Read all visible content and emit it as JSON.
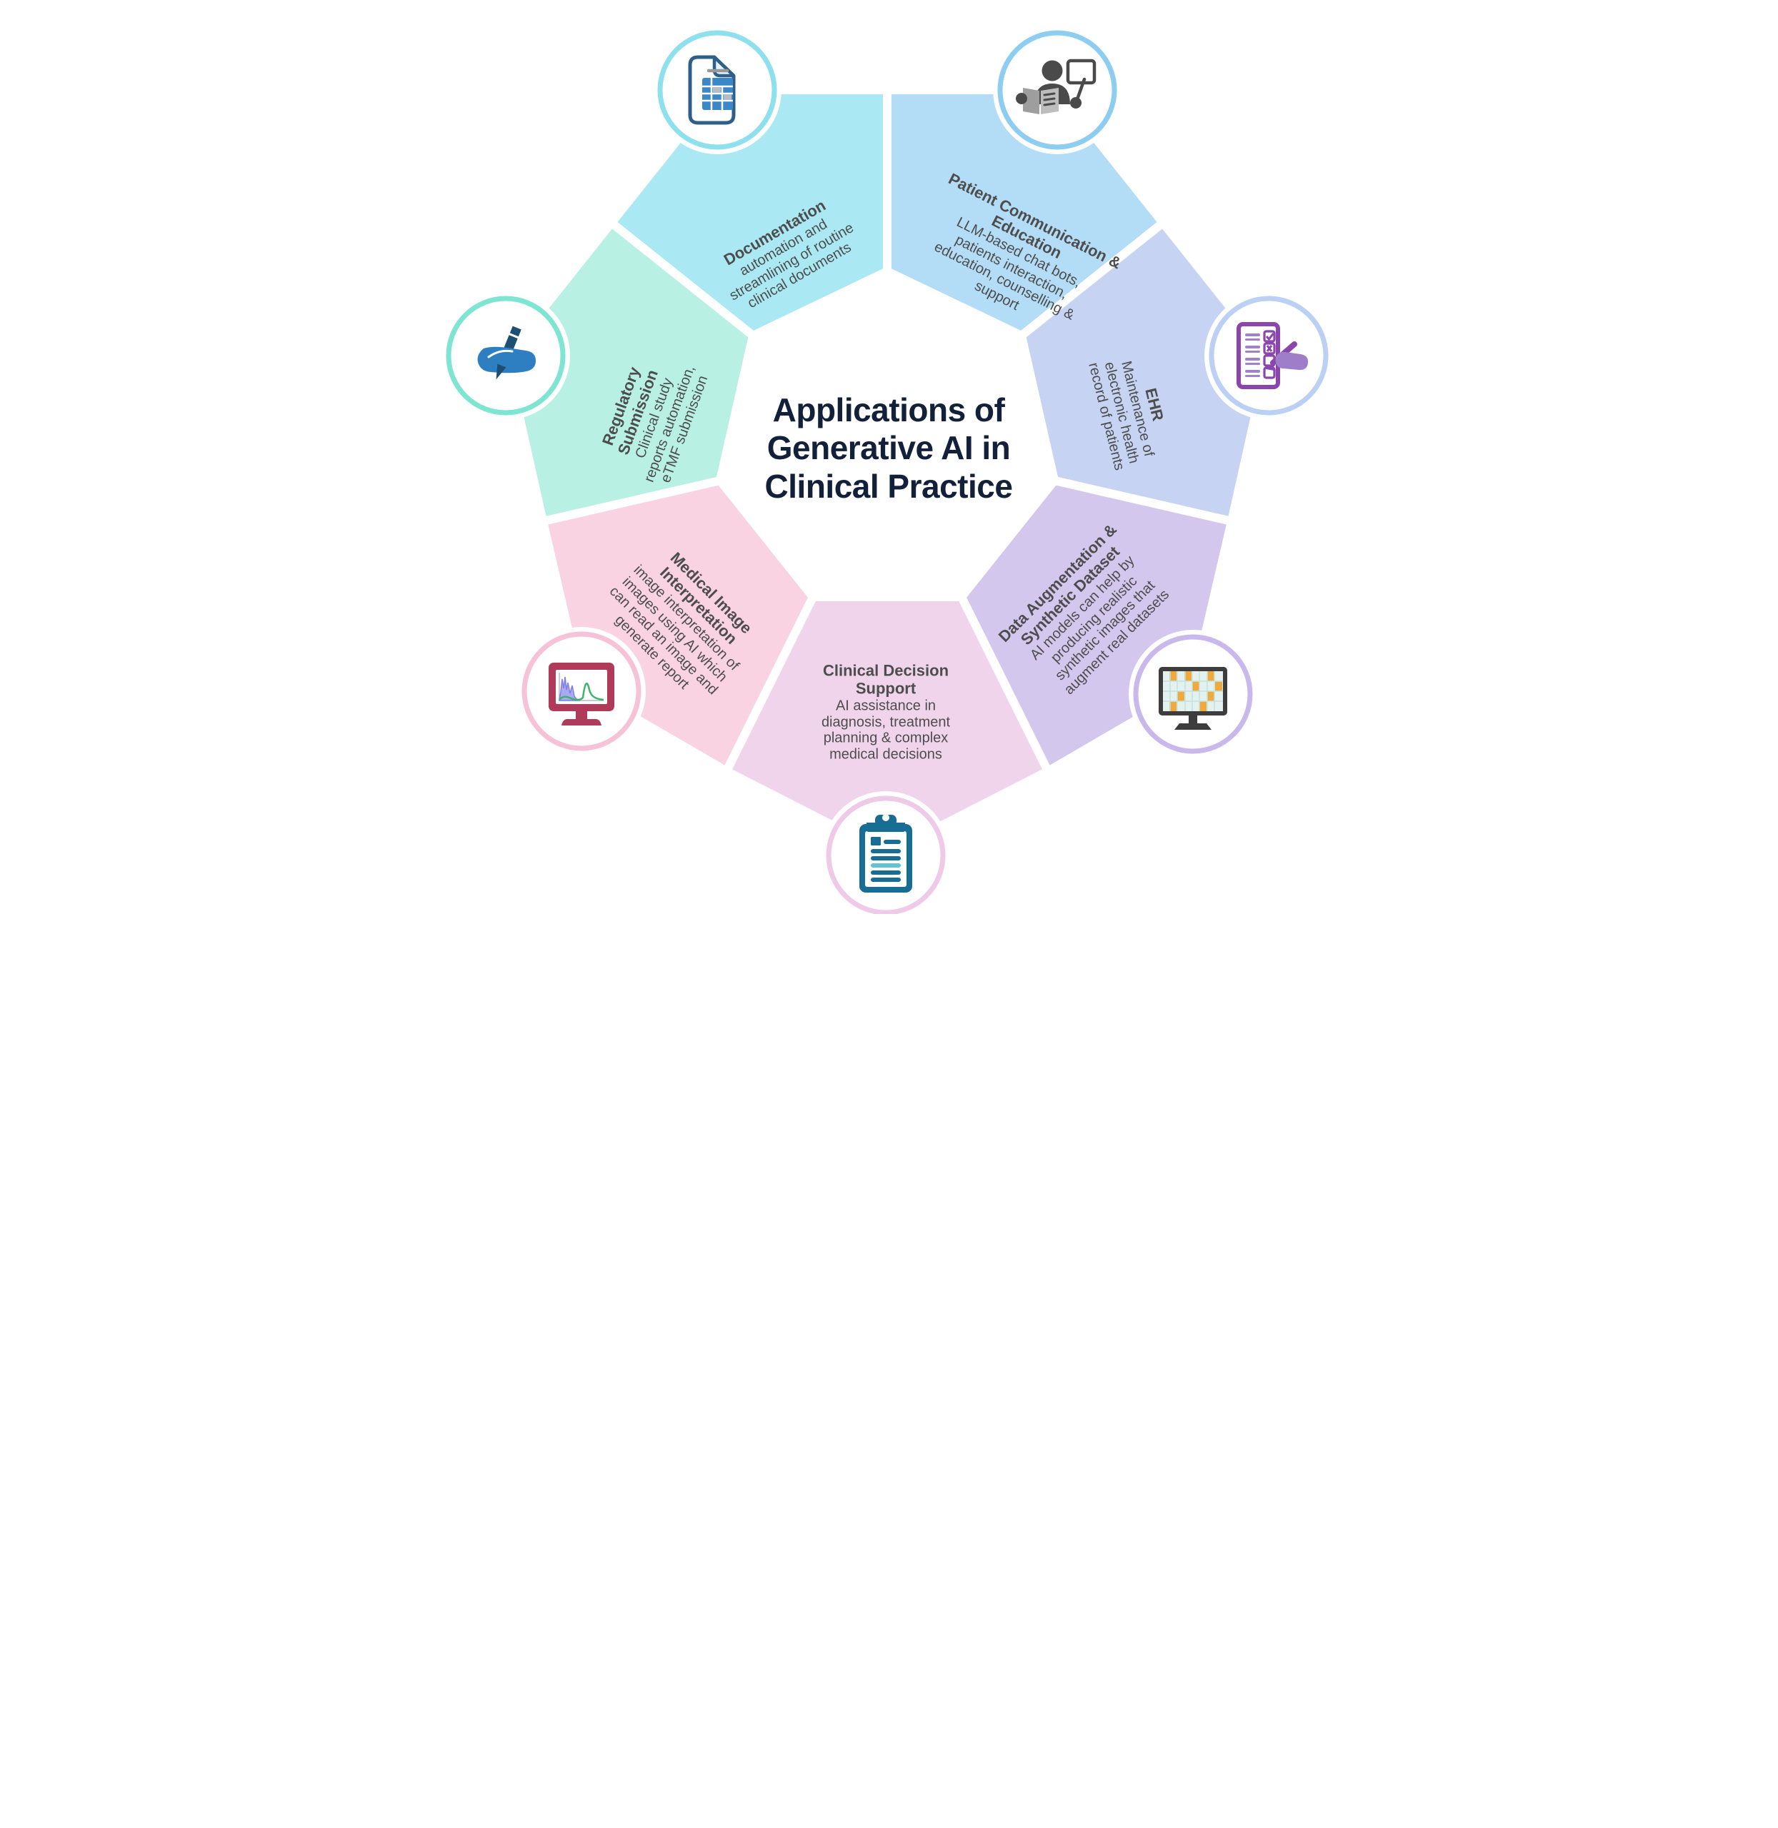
{
  "center": {
    "title": "Applications of\nGenerative AI in\nClinical Practice",
    "title_color": "#13203a"
  },
  "segments": [
    {
      "id": "documentation",
      "title": "Documentation",
      "desc": "automation and\nstreamlining of routine\nclinical documents",
      "fill": "#aae9f3",
      "ring": "#8fe0ee",
      "icon": "document-table-icon"
    },
    {
      "id": "patient-communication-education",
      "title": "Patient Communication &\nEducation",
      "desc": "LLM-based chat bots,\npatients interaction,\neducation, counselling &\nsupport",
      "fill": "#b3dcf6",
      "ring": "#8ccdf1",
      "icon": "person-teaching-icon"
    },
    {
      "id": "ehr",
      "title": "EHR",
      "desc": "Maintenance of\nelectronic health\nrecord of patients",
      "fill": "#c6d3f2",
      "ring": "#bccff4",
      "icon": "checklist-hand-icon"
    },
    {
      "id": "data-augmentation-synthetic-dataset",
      "title": "Data Augmentation &\nSynthetic Dataset",
      "desc": "AI models can help by\nproducing realistic\nsynthetic images that\naugment real datasets",
      "fill": "#d4c7ee",
      "ring": "#c8b8ec",
      "icon": "monitor-grid-icon"
    },
    {
      "id": "clinical-decision-support",
      "title": "Clinical Decision\nSupport",
      "desc": "AI assistance in\ndiagnosis, treatment\nplanning & complex\nmedical decisions",
      "fill": "#efd4ec",
      "ring": "#eec9e8",
      "icon": "clipboard-icon"
    },
    {
      "id": "medical-image-interpretation",
      "title": "Medical Image\nInterpretation",
      "desc": "image interpretation of\nimages using AI which\ncan read an image and\ngenerate report",
      "fill": "#f9d3e2",
      "ring": "#f5c2d8",
      "icon": "monitor-histogram-icon"
    },
    {
      "id": "regulatory-submission",
      "title": "Regulatory\nSubmission",
      "desc": "Clinical study\nreports automation,\neTMF submission",
      "fill": "#b8f0e4",
      "ring": "#7ee5d2",
      "icon": "hand-pen-icon"
    }
  ]
}
